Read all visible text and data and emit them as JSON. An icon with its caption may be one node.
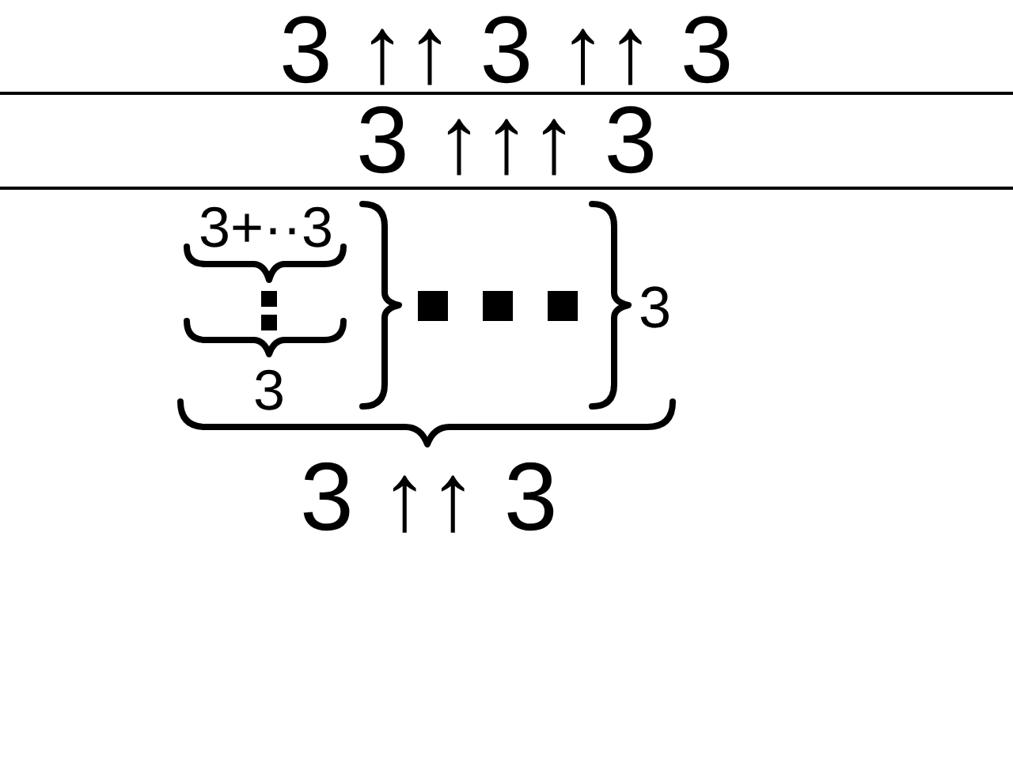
{
  "diagram": {
    "labels": [
      "3 ↑↑ 3 ↑↑ 3",
      "3 ↑↑↑ 3",
      "3+··3",
      "3",
      "3",
      "3 ↑↑ 3"
    ]
  }
}
